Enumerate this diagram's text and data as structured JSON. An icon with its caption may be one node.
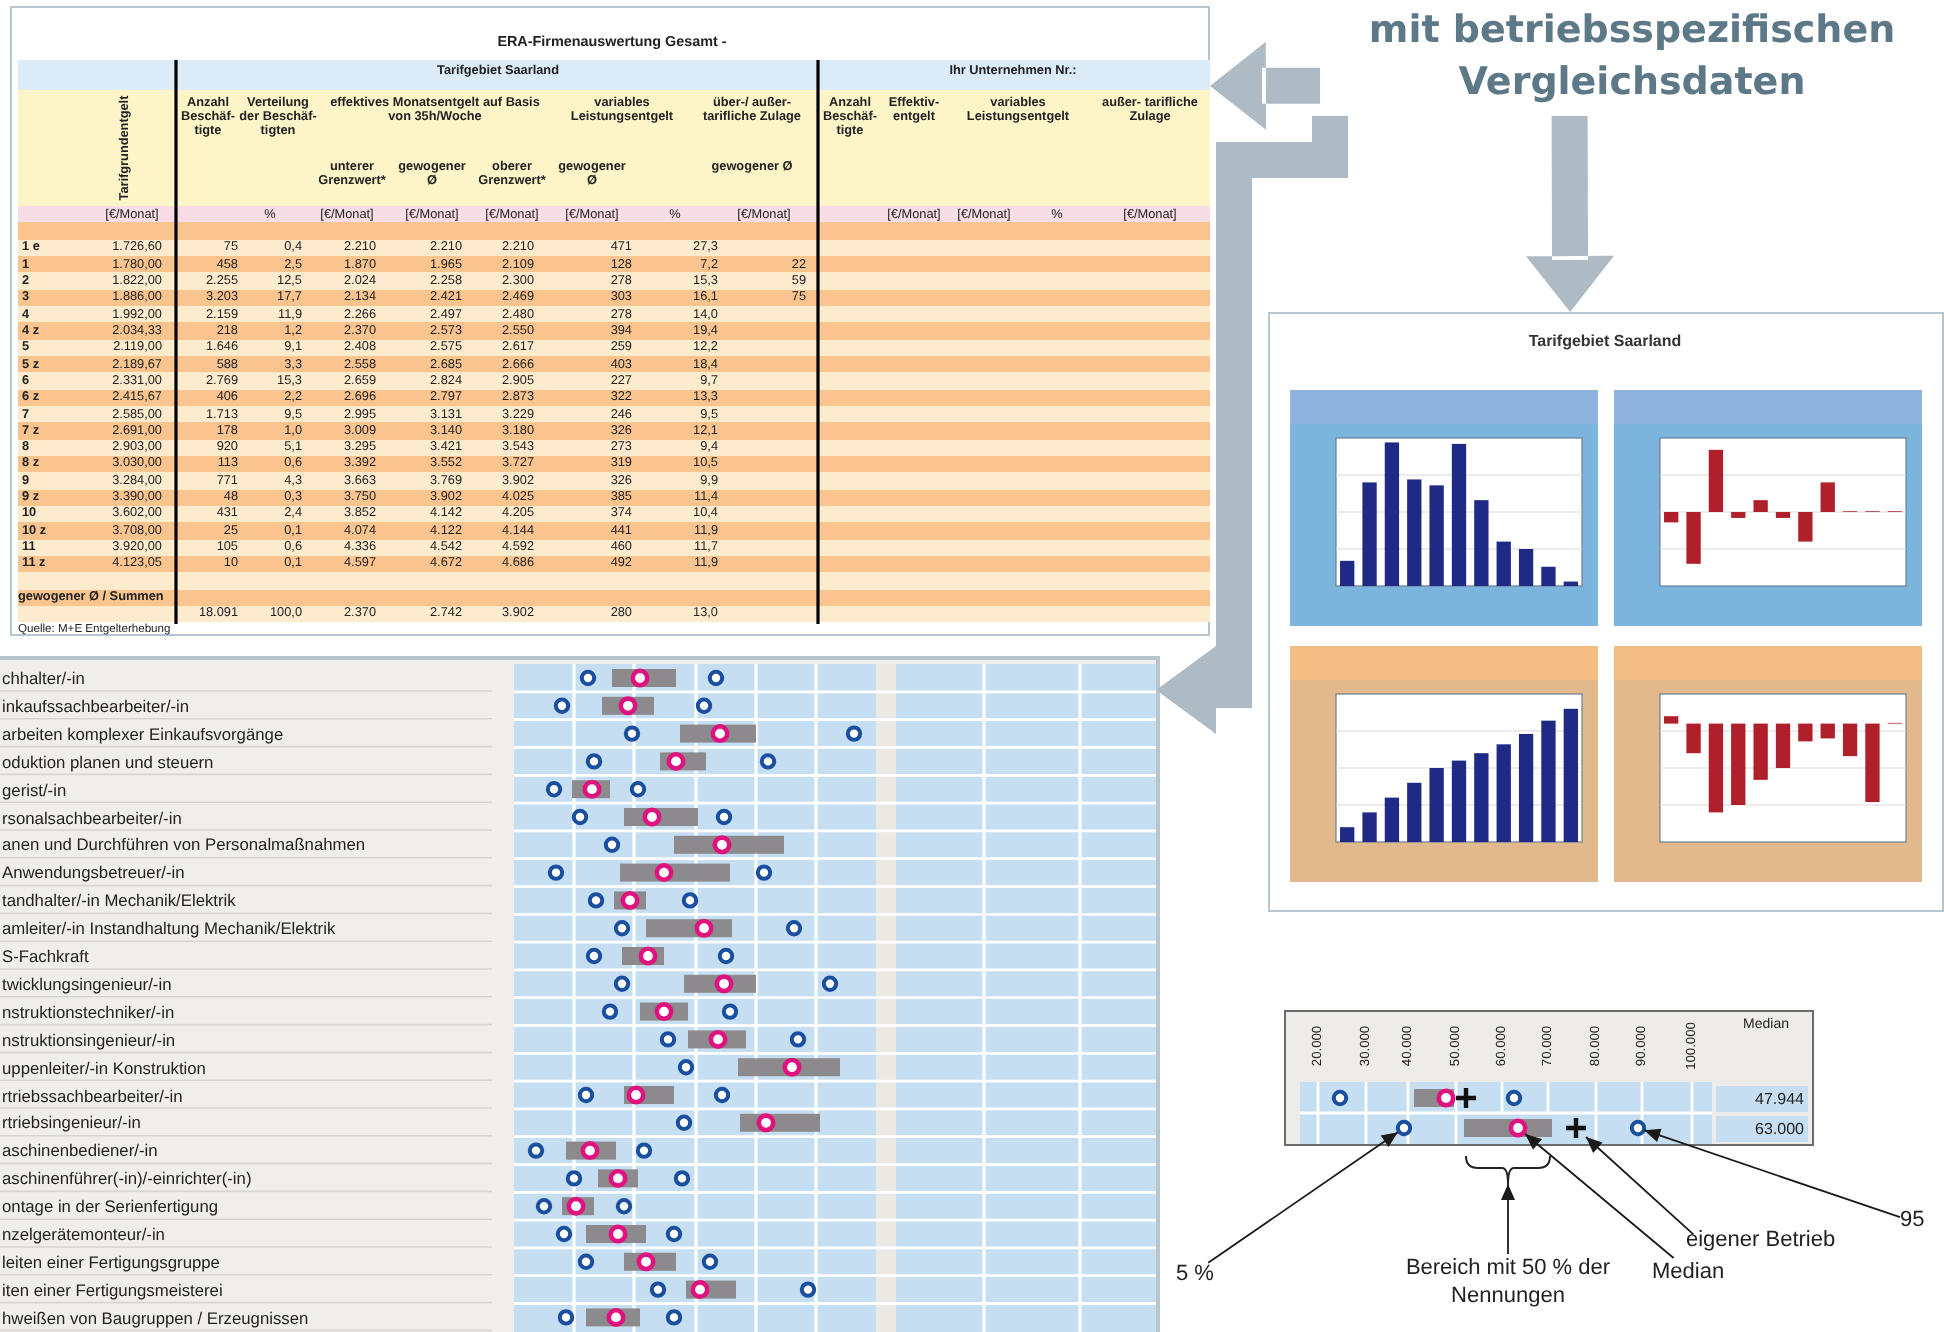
{
  "diagram": {
    "nodes": [
      {
        "text": [
          "mit betriebsspezifischen Vergleichsdaten"
        ]
      },
      {
        "text": [
          "ERA-Firmenauswertung Gesamt -"
        ]
      },
      {
        "text": [
          "Tarifgebiet Saarland"
        ]
      },
      {
        "text": [],
        "shape": "box"
      },
      {
        "text": [
          "5 %"
        ]
      },
      {
        "text": [
          "Bereich mit 50 % der Nennungen"
        ]
      },
      {
        "text": [
          "Median"
        ]
      },
      {
        "text": [
          "eigener Betrieb"
        ]
      },
      {
        "text": [
          "95"
        ]
      },
      {
        "text": [],
        "shape": "circle"
      },
      {
        "text": [],
        "shape": "bracket"
      },
      {
        "text": [],
        "shape": "circle"
      },
      {
        "text": [],
        "shape": "cross"
      },
      {
        "text": [],
        "shape": "circle"
      }
    ],
    "edges": [
      {
        "from": 0,
        "to": 1,
        "arrow": "to",
        "style": "thick",
        "color": "#aebbc4"
      },
      {
        "from": 0,
        "to": 2,
        "arrow": "to",
        "style": "thick",
        "color": "#aebbc4"
      },
      {
        "from": 0,
        "to": 3,
        "arrow": "to",
        "style": "thick",
        "color": "#aebbc4"
      },
      {
        "from": 4,
        "to": 9,
        "arrow": "to"
      },
      {
        "from": 5,
        "to": 10,
        "arrow": "to"
      },
      {
        "from": 6,
        "to": 11,
        "arrow": "to"
      },
      {
        "from": 7,
        "to": 12,
        "arrow": "to"
      },
      {
        "from": 8,
        "to": 13,
        "arrow": "to"
      }
    ],
    "labels": [
      "Tarifgebiet Saarland",
      "Ihr Unternehmen Nr.:",
      "Tarifgrundentgelt",
      "Anzahl Beschäf- tigte",
      "Verteilung der Beschäf- tigten",
      "effektives Monatsentgelt auf Basis von 35h/Woche",
      "variables Leistungsentgelt",
      "über-/ außer- tarifliche Zulage",
      "Anzahl Beschäf- tigte",
      "Effektiv- entgelt",
      "variables Leistungsentgelt",
      "außer- tarifliche Zulage",
      "unterer Grenzwert*",
      "gewogener Ø",
      "oberer Grenzwert*",
      "gewogener Ø",
      "gewogener Ø",
      "[€/Monat]",
      "%",
      "[€/Monat]",
      "[€/Monat]",
      "[€/Monat]",
      "[€/Monat]",
      "%",
      "[€/Monat]",
      "[€/Monat]",
      "[€/Monat]",
      "%",
      "[€/Monat]",
      "1 e",
      "1.726,60",
      "75",
      "0,4",
      "2.210",
      "2.210",
      "2.210",
      "471",
      "27,3",
      "1",
      "1.780,00",
      "458",
      "2,5",
      "1.870",
      "1.965",
      "2.109",
      "128",
      "7,2",
      "22",
      "2",
      "1.822,00",
      "2.255",
      "12,5",
      "2.024",
      "2.258",
      "2.300",
      "278",
      "15,3",
      "59",
      "3",
      "1.886,00",
      "3.203",
      "17,7",
      "2.134",
      "2.421",
      "2.469",
      "303",
      "16,1",
      "75",
      "4",
      "1.992,00",
      "2.159",
      "11,9",
      "2.266",
      "2.497",
      "2.480",
      "278",
      "14,0",
      "4 z",
      "2.034,33",
      "218",
      "1,2",
      "2.370",
      "2.573",
      "2.550",
      "394",
      "19,4",
      "5",
      "2.119,00",
      "1.646",
      "9,1",
      "2.408",
      "2.575",
      "2.617",
      "259",
      "12,2",
      "5 z",
      "2.189,67",
      "588",
      "3,3",
      "2.558",
      "2.685",
      "2.666",
      "403",
      "18,4",
      "6",
      "2.331,00",
      "2.769",
      "15,3",
      "2.659",
      "2.824",
      "2.905",
      "227",
      "9,7",
      "6 z",
      "2.415,67",
      "406",
      "2,2",
      "2.696",
      "2.797",
      "2.873",
      "322",
      "13,3",
      "7",
      "2.585,00",
      "1.713",
      "9,5",
      "2.995",
      "3.131",
      "3.229",
      "246",
      "9,5",
      "7 z",
      "2.691,00",
      "178",
      "1,0",
      "3.009",
      "3.140",
      "3.180",
      "326",
      "12,1",
      "8",
      "2.903,00",
      "920",
      "5,1",
      "3.295",
      "3.421",
      "3.543",
      "273",
      "9,4",
      "8 z",
      "3.030,00",
      "113",
      "0,6",
      "3.392",
      "3.552",
      "3.727",
      "319",
      "10,5",
      "9",
      "3.284,00",
      "771",
      "4,3",
      "3.663",
      "3.769",
      "3.902",
      "326",
      "9,9",
      "9 z",
      "3.390,00",
      "48",
      "0,3",
      "3.750",
      "3.902",
      "4.025",
      "385",
      "11,4",
      "10",
      "3.602,00",
      "431",
      "2,4",
      "3.852",
      "4.142",
      "4.205",
      "374",
      "10,4",
      "10 z",
      "3.708,00",
      "25",
      "0,1",
      "4.074",
      "4.122",
      "4.144",
      "441",
      "11,9",
      "11",
      "3.920,00",
      "105",
      "0,6",
      "4.336",
      "4.542",
      "4.592",
      "460",
      "11,7",
      "11 z",
      "4.123,05",
      "10",
      "0,1",
      "4.597",
      "4.672",
      "4.686",
      "492",
      "11,9",
      "gewogener Ø / Summen",
      "18.091",
      "100,0",
      "2.370",
      "2.742",
      "3.902",
      "280",
      "13,0",
      "Quelle: M+E Entgelterhebung",
      "chhalter/-in",
      "inkaufssachbearbeiter/-in",
      "arbeiten komplexer Einkaufsvorgänge",
      "oduktion planen und steuern",
      "gerist/-in",
      "rsonalsachbearbeiter/-in",
      "anen und Durchführen von Personalmaßnahmen",
      "Anwendungsbetreuer/-in",
      "tandhalter/-in Mechanik/Elektrik",
      "amleiter/-in Instandhaltung Mechanik/Elektrik",
      "S-Fachkraft",
      "twicklungsingenieur/-in",
      "nstruktionstechniker/-in",
      "nstruktionsingenieur/-in",
      "uppenleiter/-in Konstruktion",
      "rtriebssachbearbeiter/-in",
      "rtriebsingenieur/-in",
      "aschinenbediener/-in",
      "aschinenführer(-in)/-einrichter(-in)",
      "ontage in der Serienfertigung",
      "nzelgerätemonteur/-in",
      "leiten einer Fertigungsgruppe",
      "iten einer Fertigungsmeisterei",
      "hweißen von Baugruppen / Erzeugnissen",
      "20.000",
      "30.000",
      "40.000",
      "50.000",
      "60.000",
      "70.000",
      "80.000",
      "90.000",
      "100.000",
      "Median",
      "47.944",
      "63.000"
    ]
  }
}
